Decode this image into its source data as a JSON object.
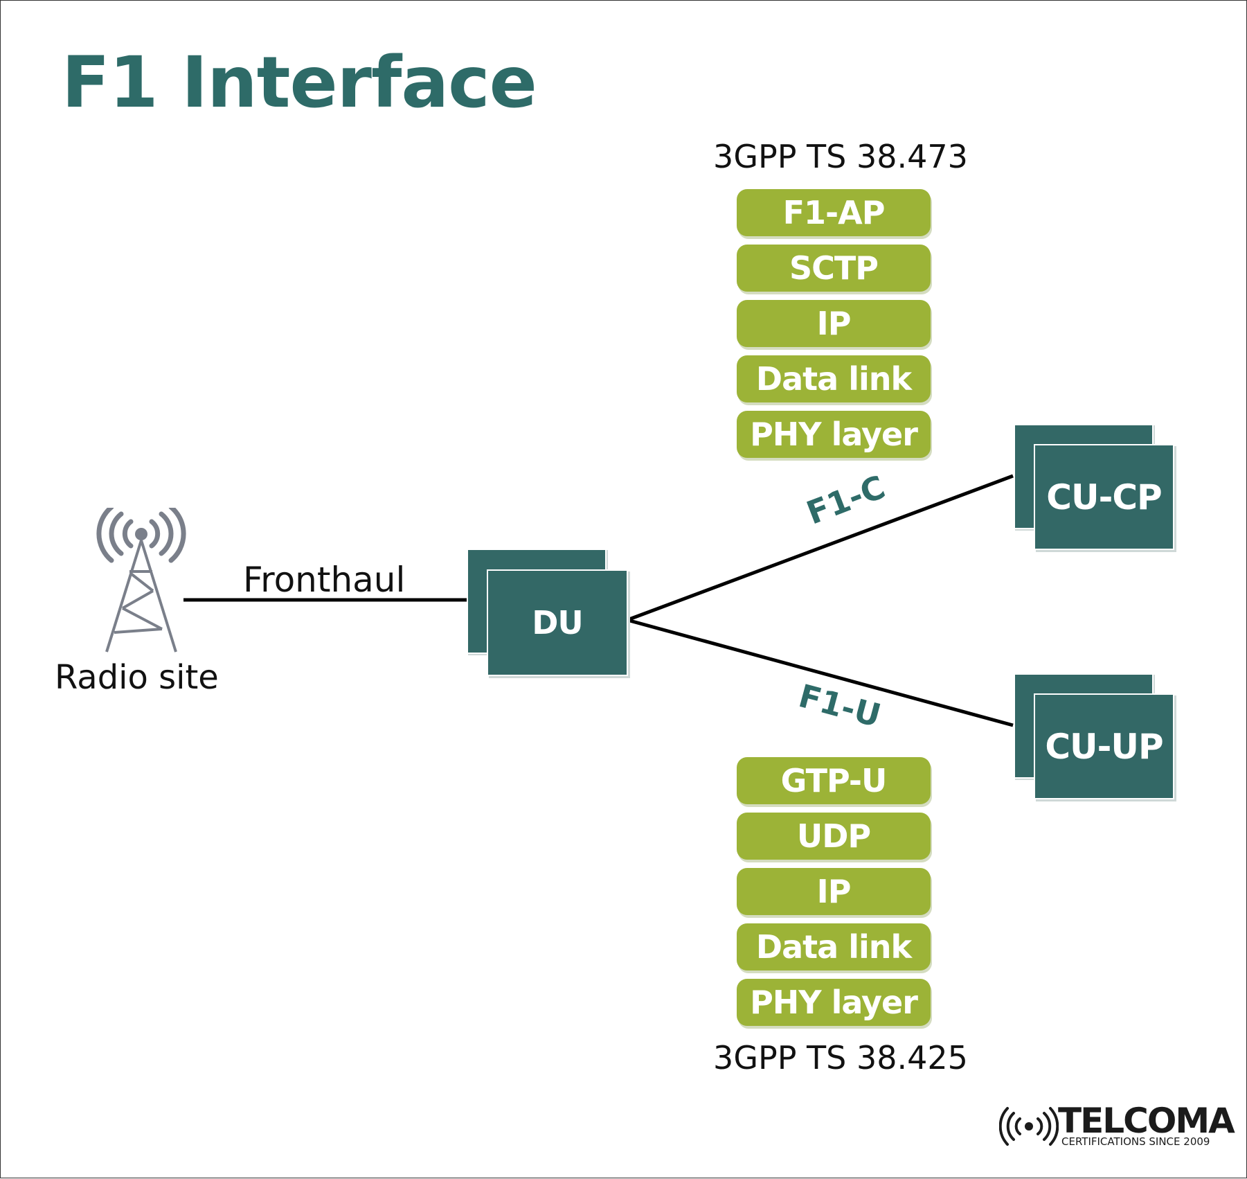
{
  "title": "F1 Interface",
  "control_plane": {
    "spec": "3GPP TS 38.473",
    "layers": [
      "F1-AP",
      "SCTP",
      "IP",
      "Data link",
      "PHY layer"
    ]
  },
  "user_plane": {
    "spec": "3GPP TS 38.425",
    "layers": [
      "GTP-U",
      "UDP",
      "IP",
      "Data link",
      "PHY layer"
    ]
  },
  "nodes": {
    "radio_site": "Radio site",
    "du": "DU",
    "cu_cp": "CU-CP",
    "cu_up": "CU-UP"
  },
  "links": {
    "fronthaul": "Fronthaul",
    "f1_c": "F1-C",
    "f1_u": "F1-U"
  },
  "logo": {
    "name": "TELCOMA",
    "tagline": "CERTIFICATIONS SINCE 2009"
  },
  "colors": {
    "teal": "#336866",
    "title_teal": "#2e6b68",
    "layer_green": "#9cb337",
    "tower_grey": "#7a7f8a"
  },
  "icons": [
    "radio-tower-icon",
    "telcoma-signal-icon"
  ]
}
